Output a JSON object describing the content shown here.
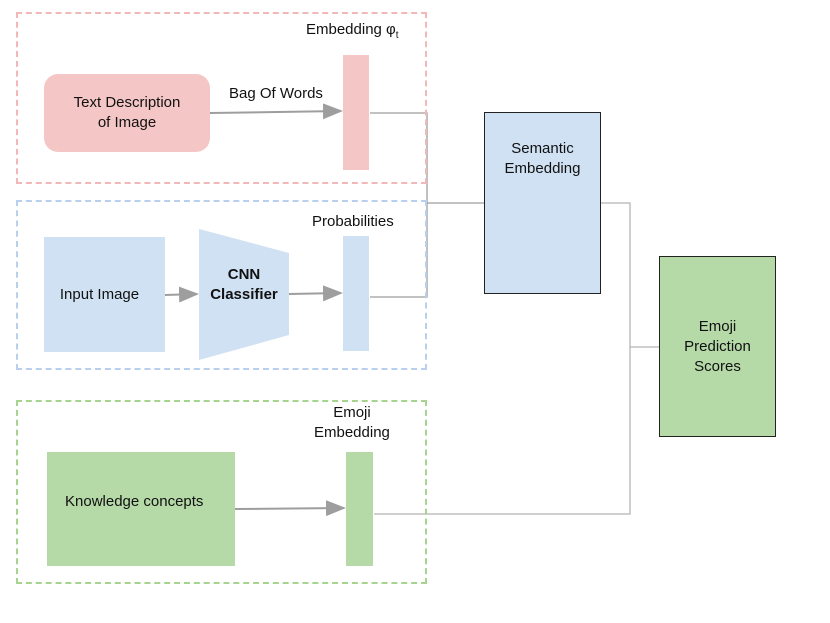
{
  "panels": {
    "text": {
      "title": "Embedding φ",
      "title_sub": "t",
      "source": "Text Description\nof Image",
      "arrow_label": "Bag Of Words"
    },
    "image": {
      "title": "Probabilities",
      "source": "Input Image",
      "classifier_line1": "CNN",
      "classifier_line2": "Classifier"
    },
    "emoji": {
      "title_line1": "Emoji",
      "title_line2": "Embedding",
      "source": "Knowledge concepts"
    }
  },
  "semantic": {
    "line1": "Semantic",
    "line2": "Embedding"
  },
  "scores": {
    "line1": "Emoji",
    "line2": "Prediction",
    "line3": "Scores"
  },
  "colors": {
    "pink_border": "#f2b8b8",
    "pink_fill": "#f4c7c6",
    "blue_border": "#b9cfee",
    "blue_fill": "#cfe1f3",
    "green_border": "#a6d48f",
    "green_fill": "#b6d9a8",
    "connector": "#9e9e9e"
  }
}
